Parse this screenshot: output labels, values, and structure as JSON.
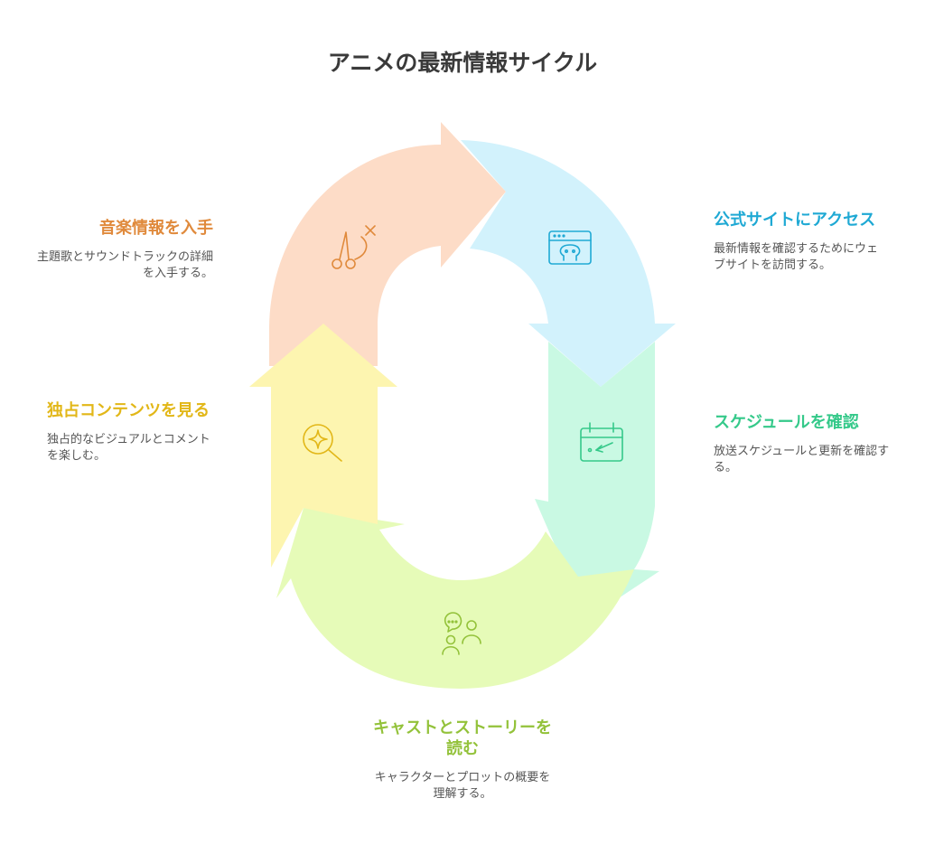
{
  "title": "アニメの最新情報サイクル",
  "colors": {
    "orange_fill": "#fddcc7",
    "orange_stroke": "#e08a3c",
    "blue_fill": "#d2f2fc",
    "blue_stroke": "#1fa9d4",
    "green_fill": "#c9f9e3",
    "green_stroke": "#35c98a",
    "lime_fill": "#e6fbb8",
    "lime_stroke": "#93c23a",
    "yellow_fill": "#fdf5b0",
    "yellow_stroke": "#e2b718"
  },
  "steps": [
    {
      "key": "music",
      "title": "音楽情報を入手",
      "desc": "主題歌とサウンドトラックの詳細を入手する。",
      "icon": "scissors-sparkle-icon"
    },
    {
      "key": "site",
      "title": "公式サイトにアクセス",
      "desc": "最新情報を確認するためにウェブサイトを訪問する。",
      "icon": "browser-window-icon"
    },
    {
      "key": "schedule",
      "title": "スケジュールを確認",
      "desc": "放送スケジュールと更新を確認する。",
      "icon": "calendar-icon"
    },
    {
      "key": "cast",
      "title": "キャストとストーリーを読む",
      "desc": "キャラクターとプロットの概要を理解する。",
      "icon": "people-chat-icon"
    },
    {
      "key": "exclusive",
      "title": "独占コンテンツを見る",
      "desc": "独占的なビジュアルとコメントを楽しむ。",
      "icon": "magnifier-sparkle-icon"
    }
  ]
}
